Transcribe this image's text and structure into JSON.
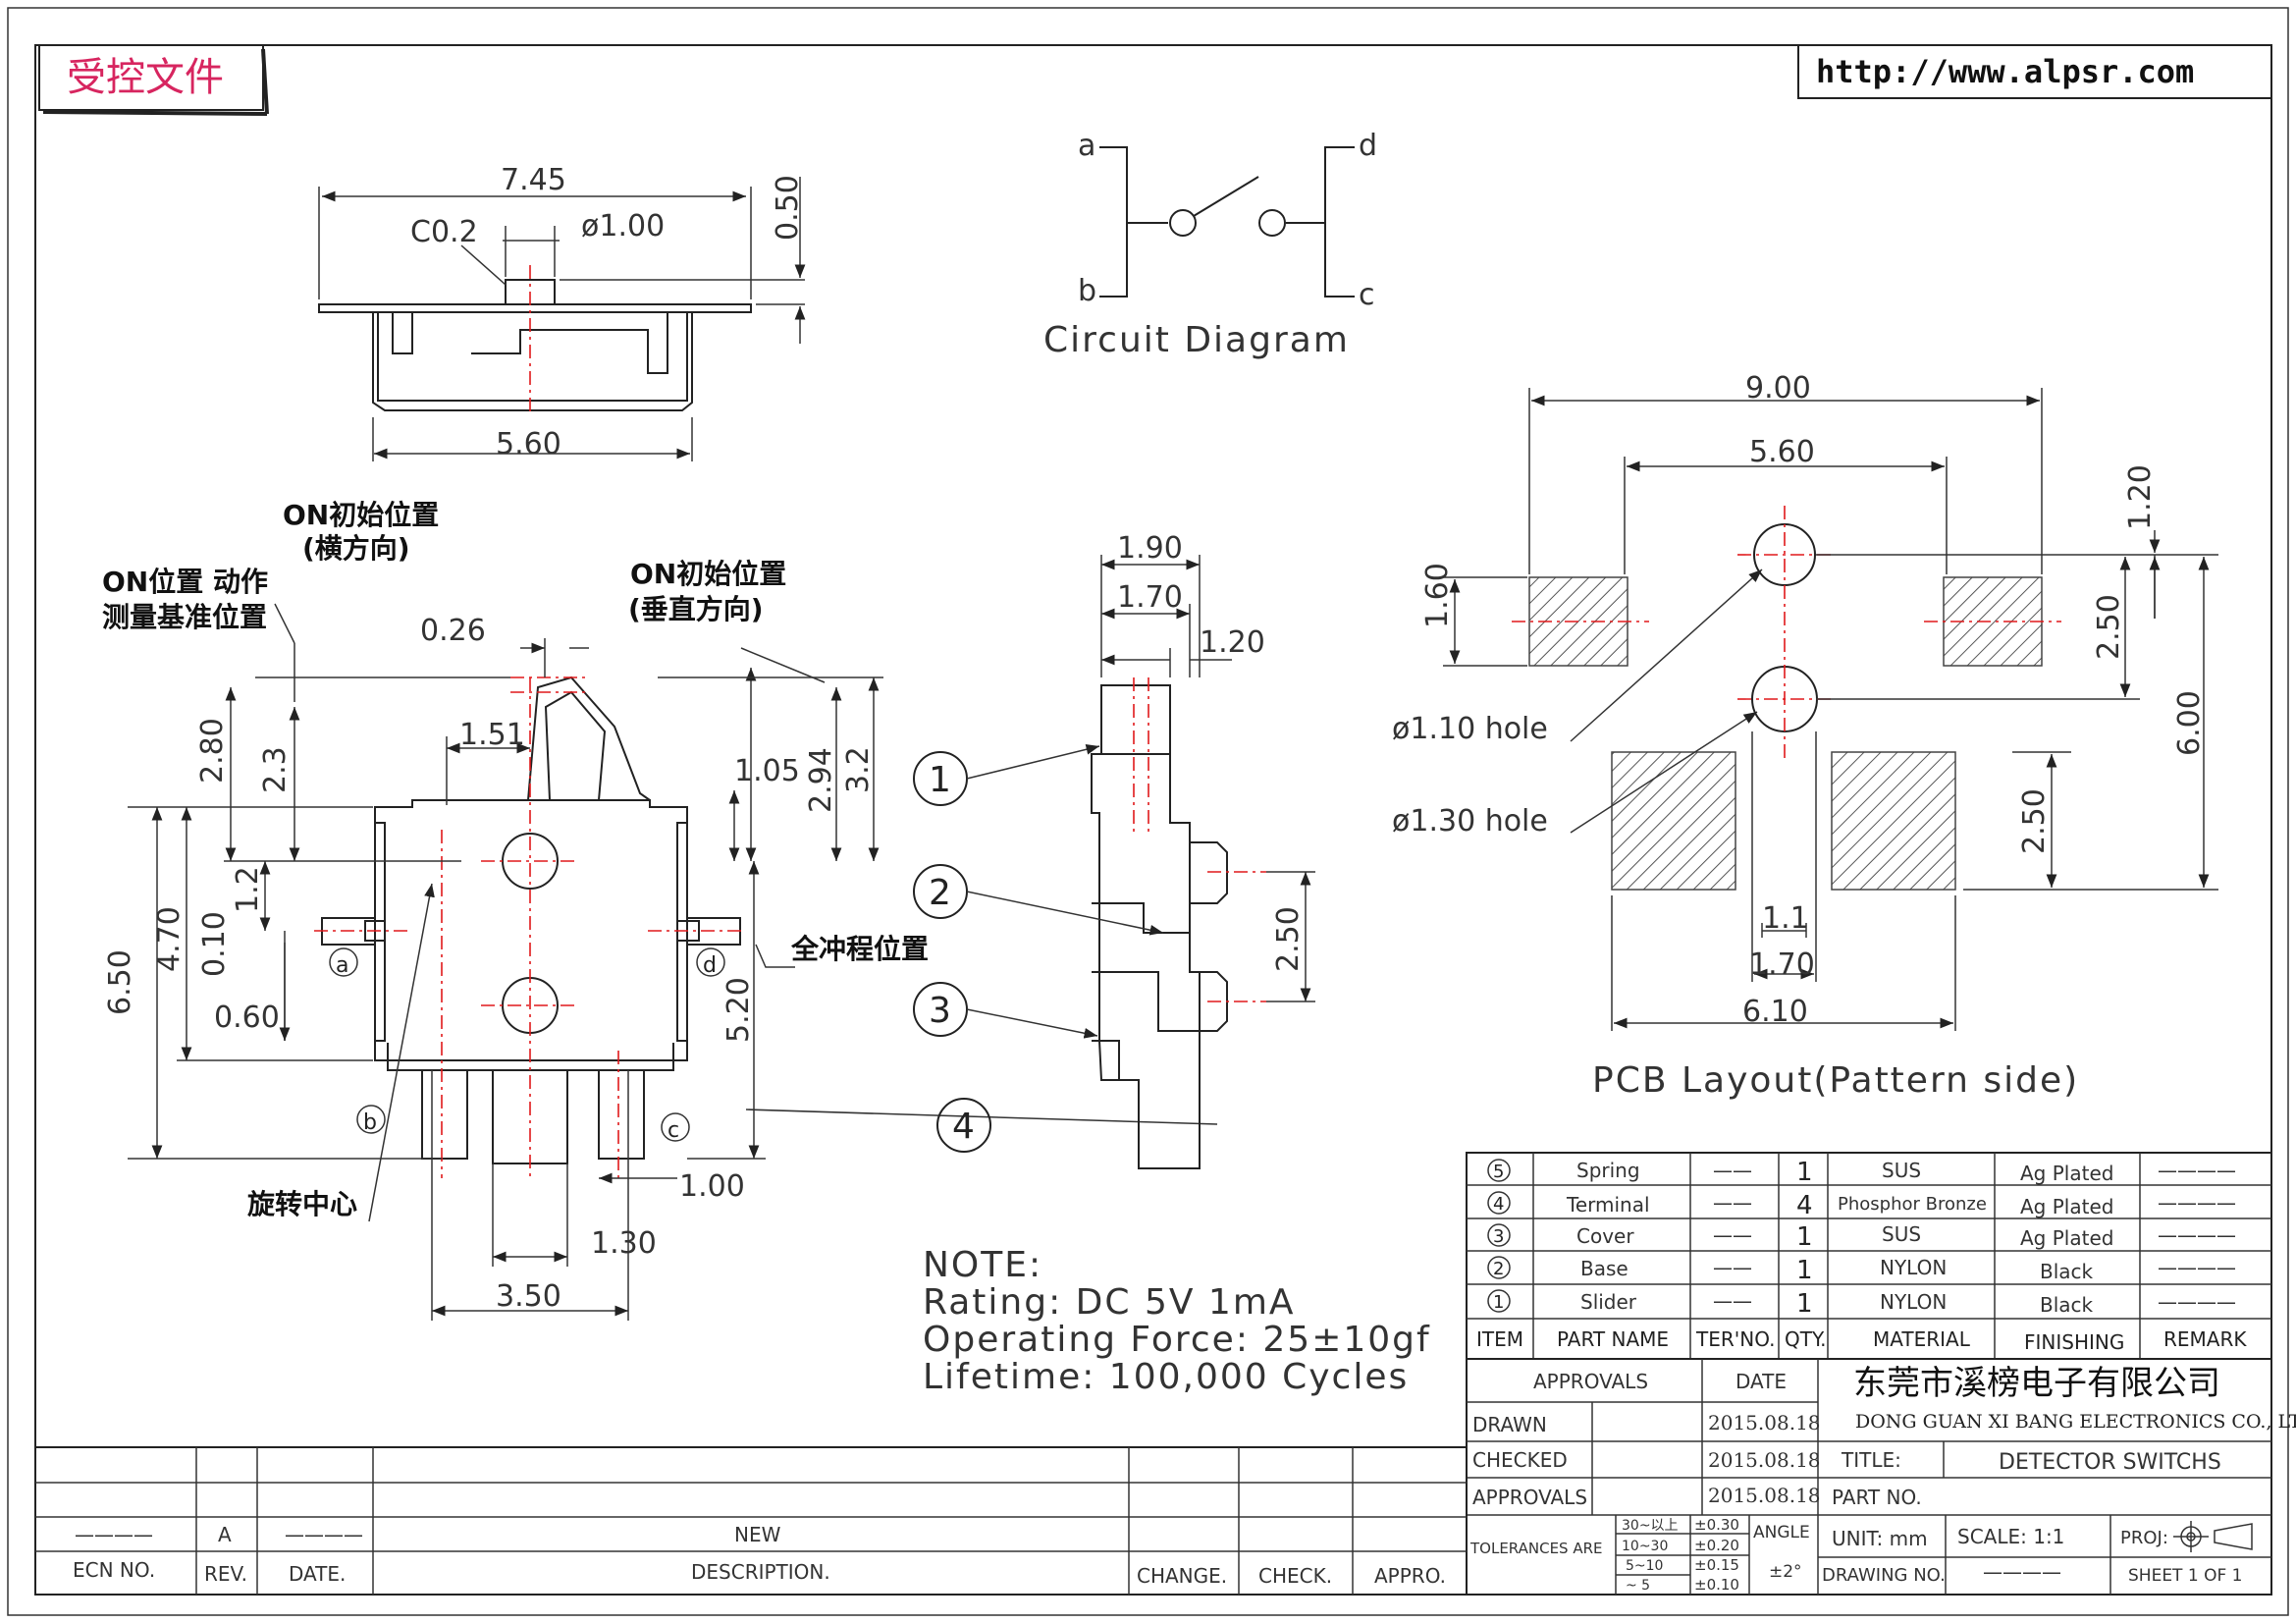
{
  "header": {
    "stamp": "受控文件",
    "url": "http://www.alpsr.com"
  },
  "top_view": {
    "dims": [
      "7.45",
      "0.50",
      "C0.2",
      "ø1.00",
      "5.60"
    ]
  },
  "circuit": {
    "title": "Circuit Diagram",
    "terminals": [
      "a",
      "b",
      "d",
      "c"
    ]
  },
  "front_view": {
    "annotations": {
      "on_initial_h": "ON初始位置",
      "on_initial_h2": "(横方向)",
      "on_action": "ON位置 动作",
      "measure_ref": "测量基准位置",
      "on_initial_v": "ON初始位置",
      "on_initial_v2": "(垂直方向)",
      "full_stroke": "全冲程位置",
      "rotation_center": "旋转中心"
    },
    "dims": [
      "0.26",
      "1.51",
      "2.80",
      "2.3",
      "1.05",
      "2.94",
      "3.2",
      "1.2",
      "0.10",
      "0.60",
      "4.70",
      "6.50",
      "5.20",
      "1.00",
      "1.30",
      "3.50"
    ],
    "terminal_marks": [
      "a",
      "d",
      "b",
      "c"
    ]
  },
  "side_view": {
    "dims": [
      "1.90",
      "1.70",
      "1.20",
      "2.50"
    ],
    "balloons": [
      "1",
      "2",
      "3",
      "4"
    ]
  },
  "pcb": {
    "title": "PCB Layout(Pattern side)",
    "dims": [
      "9.00",
      "5.60",
      "1.20",
      "2.50",
      "1.60",
      "6.00",
      "2.50",
      "1.1",
      "1.70",
      "6.10"
    ],
    "holes": [
      "ø1.10 hole",
      "ø1.30 hole"
    ]
  },
  "note": {
    "title": "NOTE:",
    "lines": [
      "Rating: DC 5V 1mA",
      "Operating Force: 25±10gf",
      "Lifetime: 100,000 Cycles"
    ]
  },
  "bom": {
    "rows": [
      {
        "item": "5",
        "part": "Spring",
        "ter": "——",
        "qty": "1",
        "material": "SUS",
        "finishing": "Ag Plated",
        "remark": "————"
      },
      {
        "item": "4",
        "part": "Terminal",
        "ter": "——",
        "qty": "4",
        "material": "Phosphor Bronze",
        "finishing": "Ag Plated",
        "remark": "————"
      },
      {
        "item": "3",
        "part": "Cover",
        "ter": "——",
        "qty": "1",
        "material": "SUS",
        "finishing": "Ag Plated",
        "remark": "————"
      },
      {
        "item": "2",
        "part": "Base",
        "ter": "——",
        "qty": "1",
        "material": "NYLON",
        "finishing": "Black",
        "remark": "————"
      },
      {
        "item": "1",
        "part": "Slider",
        "ter": "——",
        "qty": "1",
        "material": "NYLON",
        "finishing": "Black",
        "remark": "————"
      }
    ],
    "headers": [
      "ITEM",
      "PART NAME",
      "TER'NO.",
      "QTY.",
      "MATERIAL",
      "FINISHING",
      "REMARK"
    ]
  },
  "title_block": {
    "approvals_header": "APPROVALS",
    "date_header": "DATE",
    "company_cn": "东莞市溪榜电子有限公司",
    "company_en": "DONG GUAN XI BANG ELECTRONICS CO., LTD",
    "drawn": "DRAWN",
    "checked": "CHECKED",
    "approvals": "APPROVALS",
    "dates": [
      "2015.08.18",
      "2015.08.18",
      "2015.08.18"
    ],
    "title_label": "TITLE:",
    "title_value": "DETECTOR SWITCHS",
    "part_no": "PART NO.",
    "tolerances": "TOLERANCES ARE",
    "tol_ranges": [
      "30~以上",
      "10~30",
      "5~10",
      "~ 5"
    ],
    "tol_values": [
      "±0.30",
      "±0.20",
      "±0.15",
      "±0.10"
    ],
    "angle": "ANGLE",
    "angle_value": "±2°",
    "unit": "UNIT: mm",
    "scale": "SCALE: 1:1",
    "proj": "PROJ:",
    "drawing_no": "DRAWING NO.",
    "drawing_no_value": "————",
    "sheet": "SHEET  1  OF  1"
  },
  "revision_block": {
    "rev_value": "A",
    "date_value": "————",
    "desc_value": "NEW",
    "ecn_value": "————",
    "headers": [
      "ECN NO.",
      "REV.",
      "DATE.",
      "DESCRIPTION.",
      "CHANGE.",
      "CHECK.",
      "APPRO."
    ]
  }
}
